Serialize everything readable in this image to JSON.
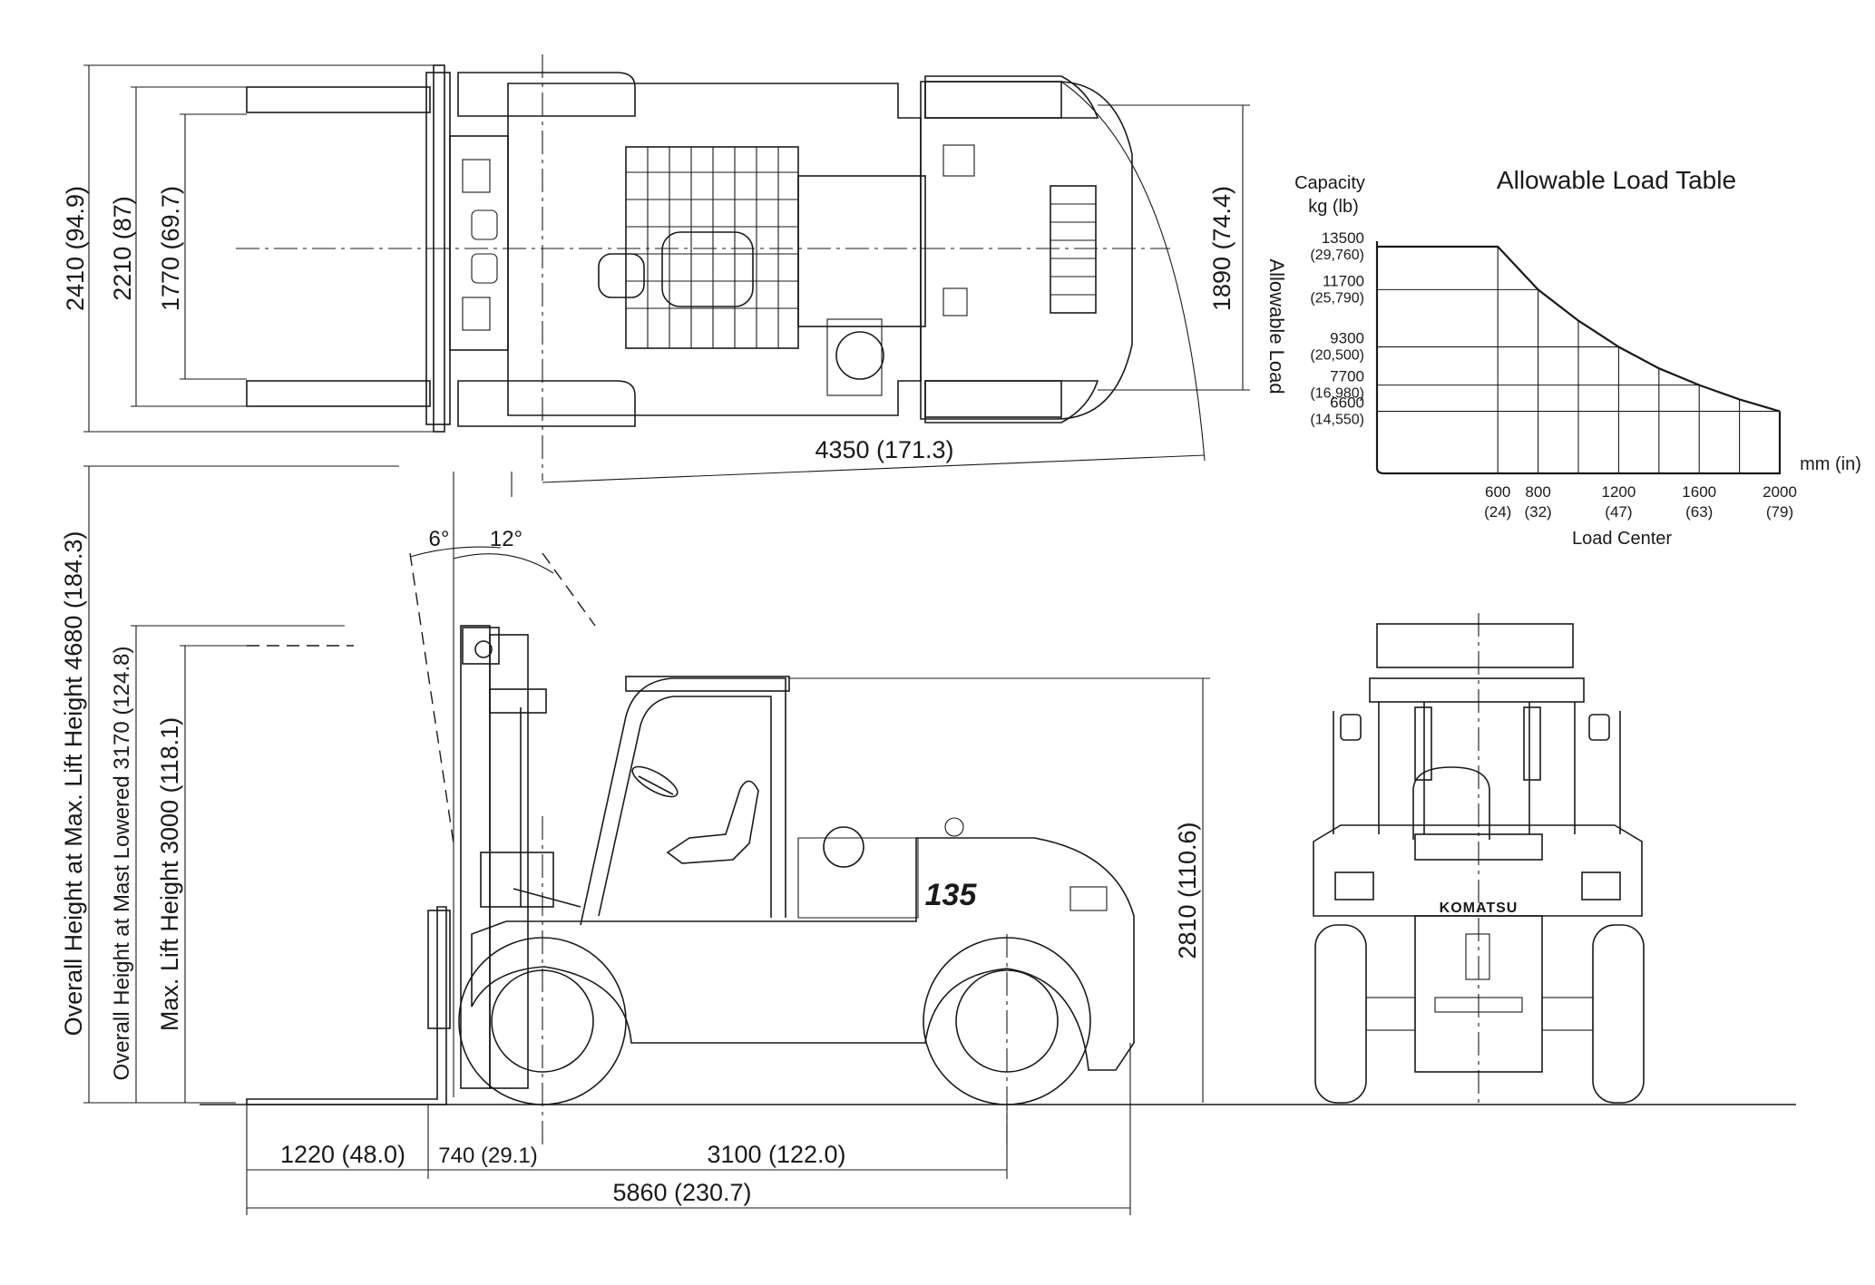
{
  "top_view": {
    "overall_width": "2410 (94.9)",
    "tread_width": "2210 (87)",
    "fork_spread": "1770 (69.7)",
    "rear_width": "1890 (74.4)",
    "turning_radius": "4350 (171.3)"
  },
  "side_view": {
    "height_max_lift": "Overall Height at Max. Lift Height  4680 (184.3)",
    "height_mast_lowered": "Overall Height at Mast Lowered  3170 (124.8)",
    "max_lift_height": "Max. Lift Height  3000 (118.1)",
    "tilt_forward": "6°",
    "tilt_backward": "12°",
    "overhead_guard_height": "2810 (110.6)",
    "fork_length": "1220 (48.0)",
    "front_overhang": "740 (29.1)",
    "wheelbase": "3100 (122.0)",
    "overall_length": "5860 (230.7)",
    "model_badge": "135"
  },
  "rear_view": {
    "brand": "KOMATSU"
  },
  "chart_data": {
    "type": "area",
    "title": "Allowable Load Table",
    "ylabel": "Allowable Load",
    "ylabel_top": "Capacity kg (lb)",
    "xlabel": "Load Center",
    "xunit": "mm (in)",
    "x_ticks": [
      {
        "value": 600,
        "label": "600",
        "sub": "(24)"
      },
      {
        "value": 800,
        "label": "800",
        "sub": "(32)"
      },
      {
        "value": 1200,
        "label": "1200",
        "sub": "(47)"
      },
      {
        "value": 1600,
        "label": "1600",
        "sub": "(63)"
      },
      {
        "value": 2000,
        "label": "2000",
        "sub": "(79)"
      }
    ],
    "y_ticks": [
      {
        "value": 13500,
        "label": "13500",
        "sub": "(29,760)"
      },
      {
        "value": 11700,
        "label": "11700",
        "sub": "(25,790)"
      },
      {
        "value": 9300,
        "label": "9300",
        "sub": "(20,500)"
      },
      {
        "value": 7700,
        "label": "7700",
        "sub": "(16,980)"
      },
      {
        "value": 6600,
        "label": "6600",
        "sub": "(14,550)"
      }
    ],
    "x": [
      0,
      200,
      400,
      600,
      800,
      1000,
      1200,
      1400,
      1600,
      1800,
      2000
    ],
    "values": [
      13500,
      13500,
      13500,
      13500,
      11700,
      10400,
      9300,
      8400,
      7700,
      7100,
      6600
    ],
    "xlim": [
      0,
      2000
    ],
    "ylim": [
      4000,
      13500
    ],
    "grid": true
  }
}
